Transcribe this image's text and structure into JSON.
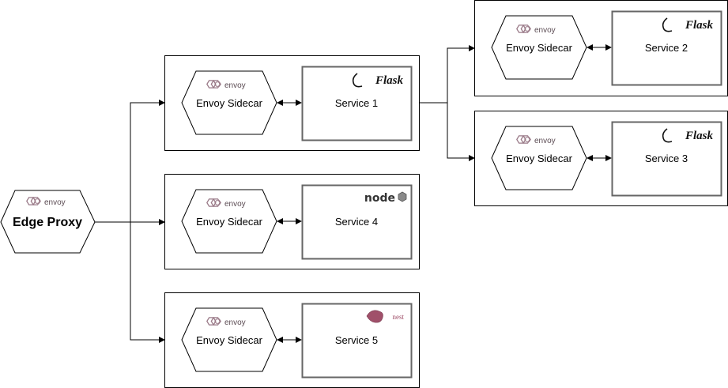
{
  "edge_proxy": {
    "label": "Edge Proxy",
    "logo": "envoy"
  },
  "colors": {
    "stroke": "#000000",
    "service_stroke": "#666666",
    "envoy_logo": "#9a7a88",
    "node_logo": "#333333",
    "nest_logo": "#a0506a"
  },
  "groups": [
    {
      "sidecar_label": "Envoy Sidecar",
      "sidecar_logo": "envoy",
      "service_label": "Service 1",
      "framework": "Flask",
      "framework_icon": "flask-icon"
    },
    {
      "sidecar_label": "Envoy Sidecar",
      "sidecar_logo": "envoy",
      "service_label": "Service 2",
      "framework": "Flask",
      "framework_icon": "flask-icon"
    },
    {
      "sidecar_label": "Envoy Sidecar",
      "sidecar_logo": "envoy",
      "service_label": "Service 3",
      "framework": "Flask",
      "framework_icon": "flask-icon"
    },
    {
      "sidecar_label": "Envoy Sidecar",
      "sidecar_logo": "envoy",
      "service_label": "Service 4",
      "framework": "node",
      "framework_icon": "nodejs-icon"
    },
    {
      "sidecar_label": "Envoy Sidecar",
      "sidecar_logo": "envoy",
      "service_label": "Service 5",
      "framework": "nest",
      "framework_icon": "nestjs-icon"
    }
  ],
  "edges": [
    {
      "from": "Edge Proxy",
      "to": "Service 1"
    },
    {
      "from": "Edge Proxy",
      "to": "Service 4"
    },
    {
      "from": "Edge Proxy",
      "to": "Service 5"
    },
    {
      "from": "Service 1",
      "to": "Service 2"
    },
    {
      "from": "Service 1",
      "to": "Service 3"
    }
  ]
}
